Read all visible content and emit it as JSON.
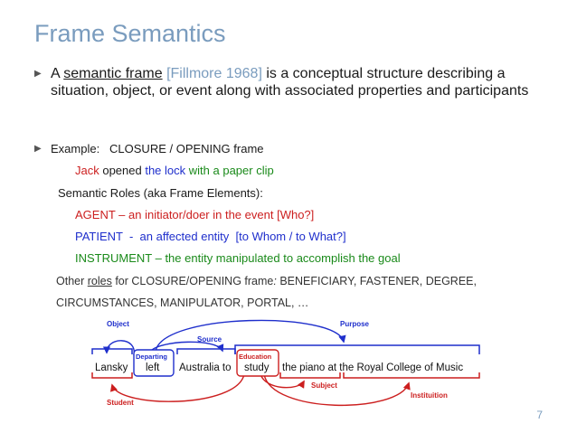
{
  "title": "Frame Semantics",
  "para1": {
    "prefix": "A ",
    "link": "semantic frame",
    "cite": "[Fillmore 1968]",
    "rest": " is a conceptual structure describing a situation, object, or event along with associated properties and participants"
  },
  "example": {
    "label": "Example:   CLOSURE / OPENING frame",
    "sentence": {
      "w1": "Jack",
      "w2": " opened ",
      "w3": "the lock",
      "w4": " with a paper clip"
    }
  },
  "roles_header": "Semantic Roles (aka Frame Elements):",
  "roles": [
    {
      "name": "AGENT",
      "desc": " – an initiator/doer in the event ",
      "q": "[Who?]"
    },
    {
      "name": "PATIENT",
      "desc": "  -  an affected entity  ",
      "q": "[to Whom / to What?]"
    },
    {
      "name": "INSTRUMENT",
      "desc": " – the entity manipulated to accomplish the goal",
      "q": ""
    }
  ],
  "other_roles": {
    "prefix": "Other ",
    "link": "roles",
    "line1_rest": " for CLOSURE/OPENING frame",
    "colon": ":",
    "line1_tail": " BENEFICIARY, FASTENER, DEGREE,",
    "line2": "CIRCUMSTANCES, MANIPULATOR, PORTAL, …"
  },
  "diagram": {
    "words": [
      "Lansky",
      "left",
      "Australia to",
      "study",
      "the piano at the Royal College of Music"
    ],
    "labels": {
      "object": "Object",
      "purpose": "Purpose",
      "departing": "Departing",
      "source": "Source",
      "education": "Education",
      "subject": "Subject",
      "student": "Student",
      "institution": "Instituition"
    },
    "colors": {
      "blue": "#1f2fcc",
      "red": "#cc1f1f"
    }
  },
  "page_number": "7"
}
